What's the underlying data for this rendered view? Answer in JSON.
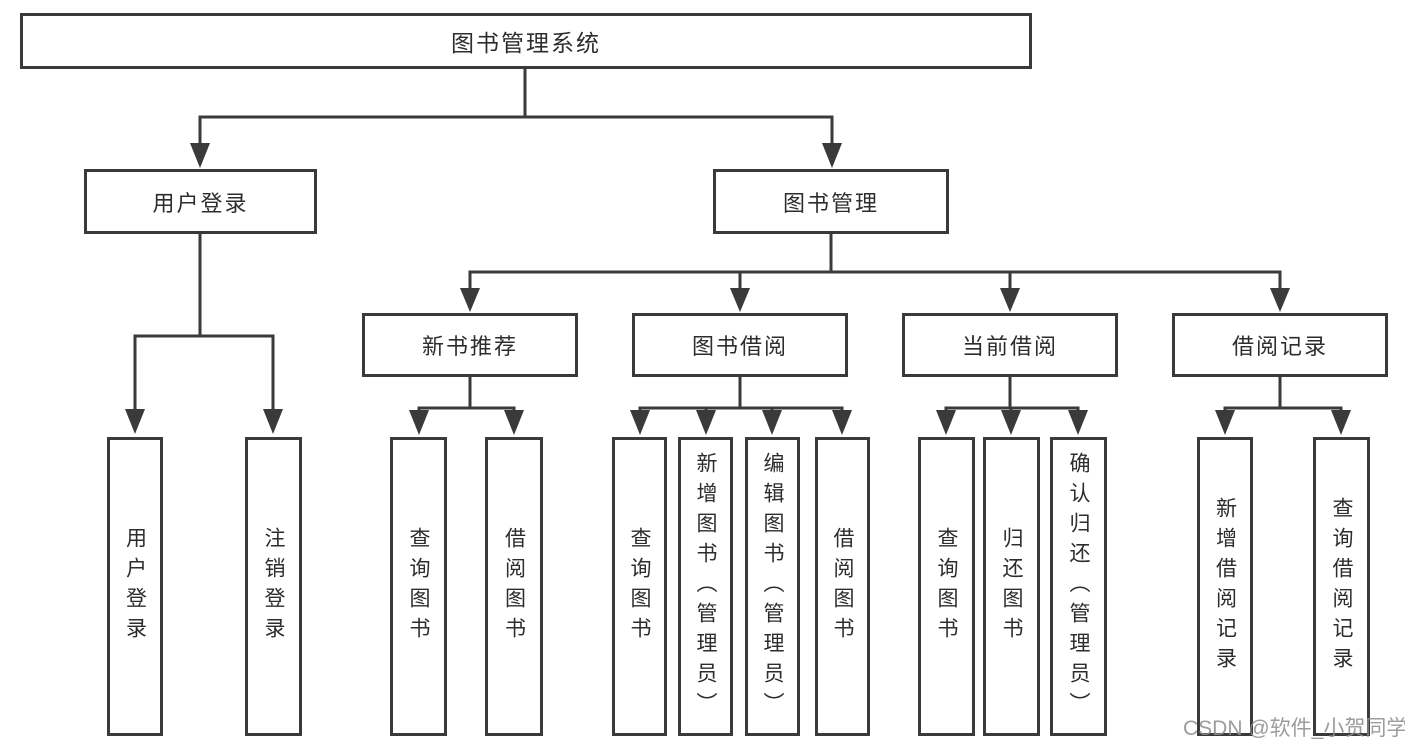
{
  "diagram": {
    "title": "图书管理系统",
    "root": {
      "label": "图书管理系统"
    },
    "children": [
      {
        "label": "用户登录",
        "children": [
          {
            "label": "用户登录"
          },
          {
            "label": "注销登录"
          }
        ]
      },
      {
        "label": "图书管理",
        "children": [
          {
            "label": "新书推荐",
            "children": [
              {
                "label": "查询图书"
              },
              {
                "label": "借阅图书"
              }
            ]
          },
          {
            "label": "图书借阅",
            "children": [
              {
                "label": "查询图书"
              },
              {
                "label": "新增图书（管理员）"
              },
              {
                "label": "编辑图书（管理员）"
              },
              {
                "label": "借阅图书"
              }
            ]
          },
          {
            "label": "当前借阅",
            "children": [
              {
                "label": "查询图书"
              },
              {
                "label": "归还图书"
              },
              {
                "label": "确认归还（管理员）"
              }
            ]
          },
          {
            "label": "借阅记录",
            "children": [
              {
                "label": "新增借阅记录"
              },
              {
                "label": "查询借阅记录"
              }
            ]
          }
        ]
      }
    ]
  },
  "watermark": {
    "text": "CSDN @软件_小贺同学"
  },
  "colors": {
    "line": "#3a3a3a",
    "text": "#2d2d2d",
    "background": "#ffffff",
    "watermark": "#8f8f8f"
  }
}
